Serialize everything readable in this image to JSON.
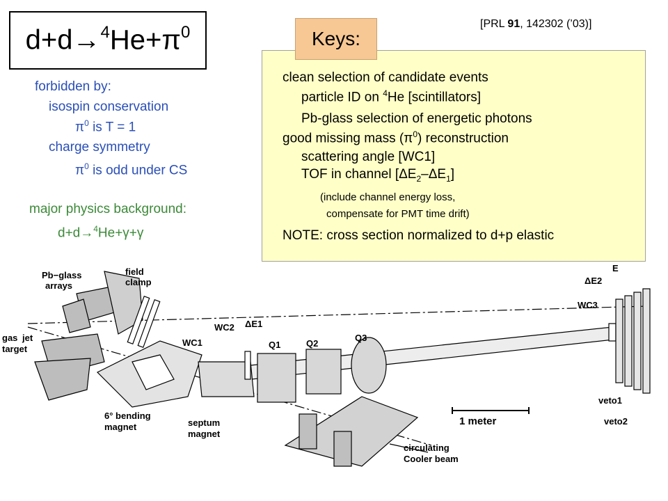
{
  "title": {
    "main": "d+d→",
    "sup": "4",
    "rest": "He+π",
    "sup2": "0"
  },
  "reference": {
    "prefix": "[PRL ",
    "volume": "91",
    "suffix": ", 142302 (’03)]"
  },
  "keys_label": "Keys:",
  "keys": {
    "line1": "clean selection of candidate events",
    "line2_a": "particle ID on ",
    "line2_sup": "4",
    "line2_b": "He [scintillators]",
    "line3": "Pb-glass selection of energetic photons",
    "line4_a": "good missing mass (π",
    "line4_sup": "0",
    "line4_b": ") reconstruction",
    "line5": "scattering angle [WC1]",
    "line6_a": "TOF in channel [ΔE",
    "line6_sub1": "2",
    "line6_b": "–ΔE",
    "line6_sub2": "1",
    "line6_c": "]",
    "line7": "(include channel energy loss,",
    "line8": "compensate for PMT time drift)",
    "line9": "NOTE: cross section normalized to d+p elastic"
  },
  "forbidden": {
    "heading": "forbidden by:",
    "isospin": "isospin conservation",
    "pi_a": "π",
    "pi_sup": "0",
    "pi_b": " is T = 1",
    "charge": "charge symmetry",
    "pi2_a": "π",
    "pi2_sup": "0",
    "pi2_b": " is odd under CS"
  },
  "background": {
    "heading": "major physics background:",
    "react_a": "d+d→",
    "react_sup": "4",
    "react_b": "He+γ+γ"
  },
  "diagram_labels": {
    "pbglass": "Pb−glass",
    "arrays": "arrays",
    "field": "field",
    "clamp": "clamp",
    "gas": "gas",
    "jet": "jet",
    "target": "target",
    "wc1": "WC1",
    "wc2": "WC2",
    "de1": "ΔE1",
    "q1": "Q1",
    "q2": "Q2",
    "q3": "Q3",
    "e": "E",
    "de2": "ΔE2",
    "wc3": "WC3",
    "bend1": "6° bending",
    "bend2": "magnet",
    "sep1": "septum",
    "sep2": "magnet",
    "meter": "1 meter",
    "circ1": "circulating",
    "circ2": "Cooler beam",
    "veto1": "veto1",
    "veto2": "veto2"
  },
  "colors": {
    "keys_tab": "#f7c894",
    "keys_panel": "#ffffc8",
    "forbidden_text": "#2a4fb8",
    "background_text": "#3c8a38"
  }
}
